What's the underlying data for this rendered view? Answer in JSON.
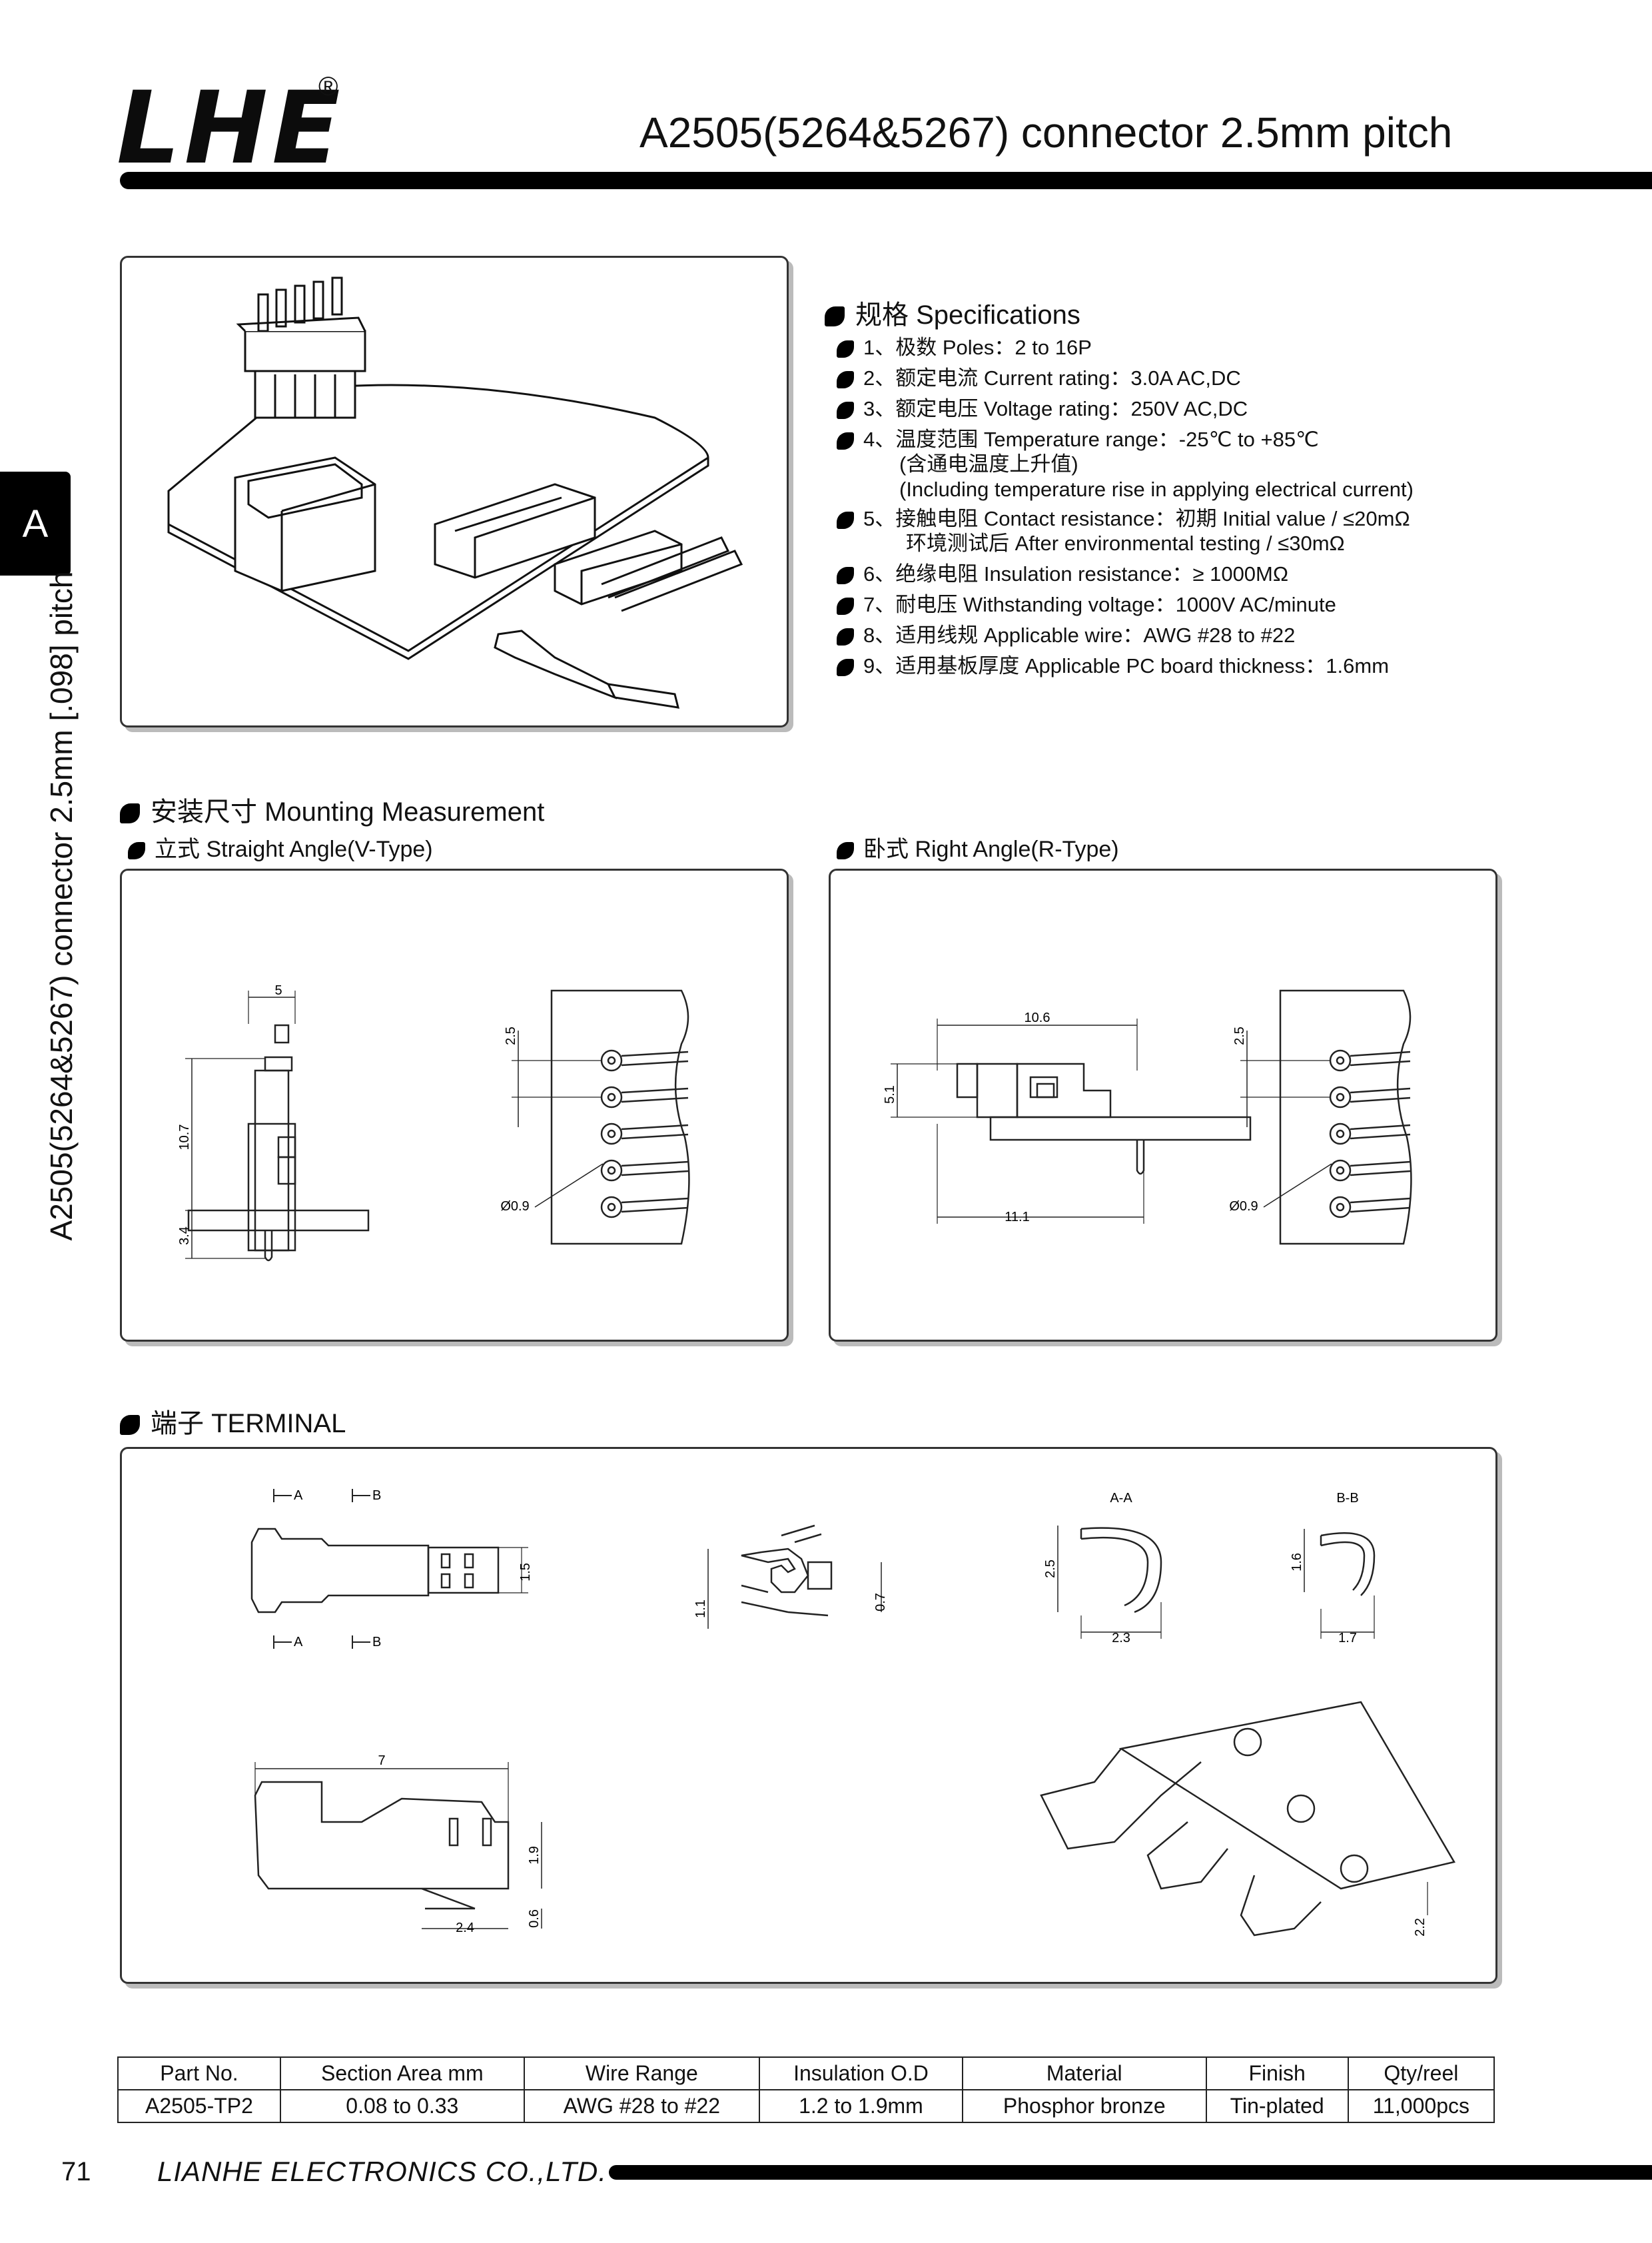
{
  "header": {
    "logo_text": "LHE",
    "registered_mark": "®",
    "title": "A2505(5264&5267) connector 2.5mm pitch"
  },
  "side": {
    "tab_letter": "A",
    "vertical_title": "A2505(5264&5267) connector 2.5mm [.098] pitch"
  },
  "specifications": {
    "heading": "规格 Specifications",
    "items": [
      "1、极数 Poles：2 to 16P",
      "2、额定电流 Current rating：3.0A  AC,DC",
      "3、额定电压 Voltage rating：250V  AC,DC",
      "4、温度范围 Temperature range：-25℃ to +85℃",
      "5、接触电阻 Contact resistance：初期 Initial value / ≤20mΩ",
      "6、绝缘电阻 Insulation resistance：≥ 1000MΩ",
      "7、耐电压 Withstanding voltage：1000V  AC/minute",
      "8、适用线规 Applicable wire：AWG #28 to #22",
      "9、适用基板厚度 Applicable PC board thickness：1.6mm"
    ],
    "item4_note_cn": "(含通电温度上升值)",
    "item4_note_en": "(Including temperature rise in applying electrical current)",
    "item5_note": "环境测试后 After environmental testing / ≤30mΩ"
  },
  "mounting": {
    "heading": "安装尺寸 Mounting Measurement",
    "straight_label": "立式 Straight Angle(V-Type)",
    "right_label": "卧式 Right Angle(R-Type)",
    "v_dims": {
      "width": "5",
      "height": "10.7",
      "pin": "3.4",
      "pitch": "2.5",
      "hole": "Ø0.9"
    },
    "r_dims": {
      "top": "10.6",
      "height": "5.1",
      "bottom": "11.1",
      "pitch": "2.5",
      "hole": "Ø0.9"
    }
  },
  "terminal": {
    "heading": "端子 TERMINAL",
    "section_a": "A",
    "section_b": "B",
    "view_aa": "A-A",
    "view_bb": "B-B",
    "dims": {
      "side_h": "1.5",
      "front_w": "1.1",
      "front_slot": "0.7",
      "aa_h": "2.5",
      "aa_w": "2.3",
      "bb_h": "1.6",
      "bb_w": "1.7",
      "len": "7",
      "tail": "1.9",
      "tail_base": "0.6",
      "tab": "2.4",
      "strip": "2.2"
    }
  },
  "parts_table": {
    "headers": [
      "Part No.",
      "Section Area mm",
      "Wire Range",
      "Insulation O.D",
      "Material",
      "Finish",
      "Qty/reel"
    ],
    "rows": [
      [
        "A2505-TP2",
        "0.08 to 0.33",
        "AWG #28 to #22",
        "1.2 to 1.9mm",
        "Phosphor bronze",
        "Tin-plated",
        "11,000pcs"
      ]
    ]
  },
  "footer": {
    "page_number": "71",
    "company": "LIANHE ELECTRONICS CO.,LTD."
  }
}
